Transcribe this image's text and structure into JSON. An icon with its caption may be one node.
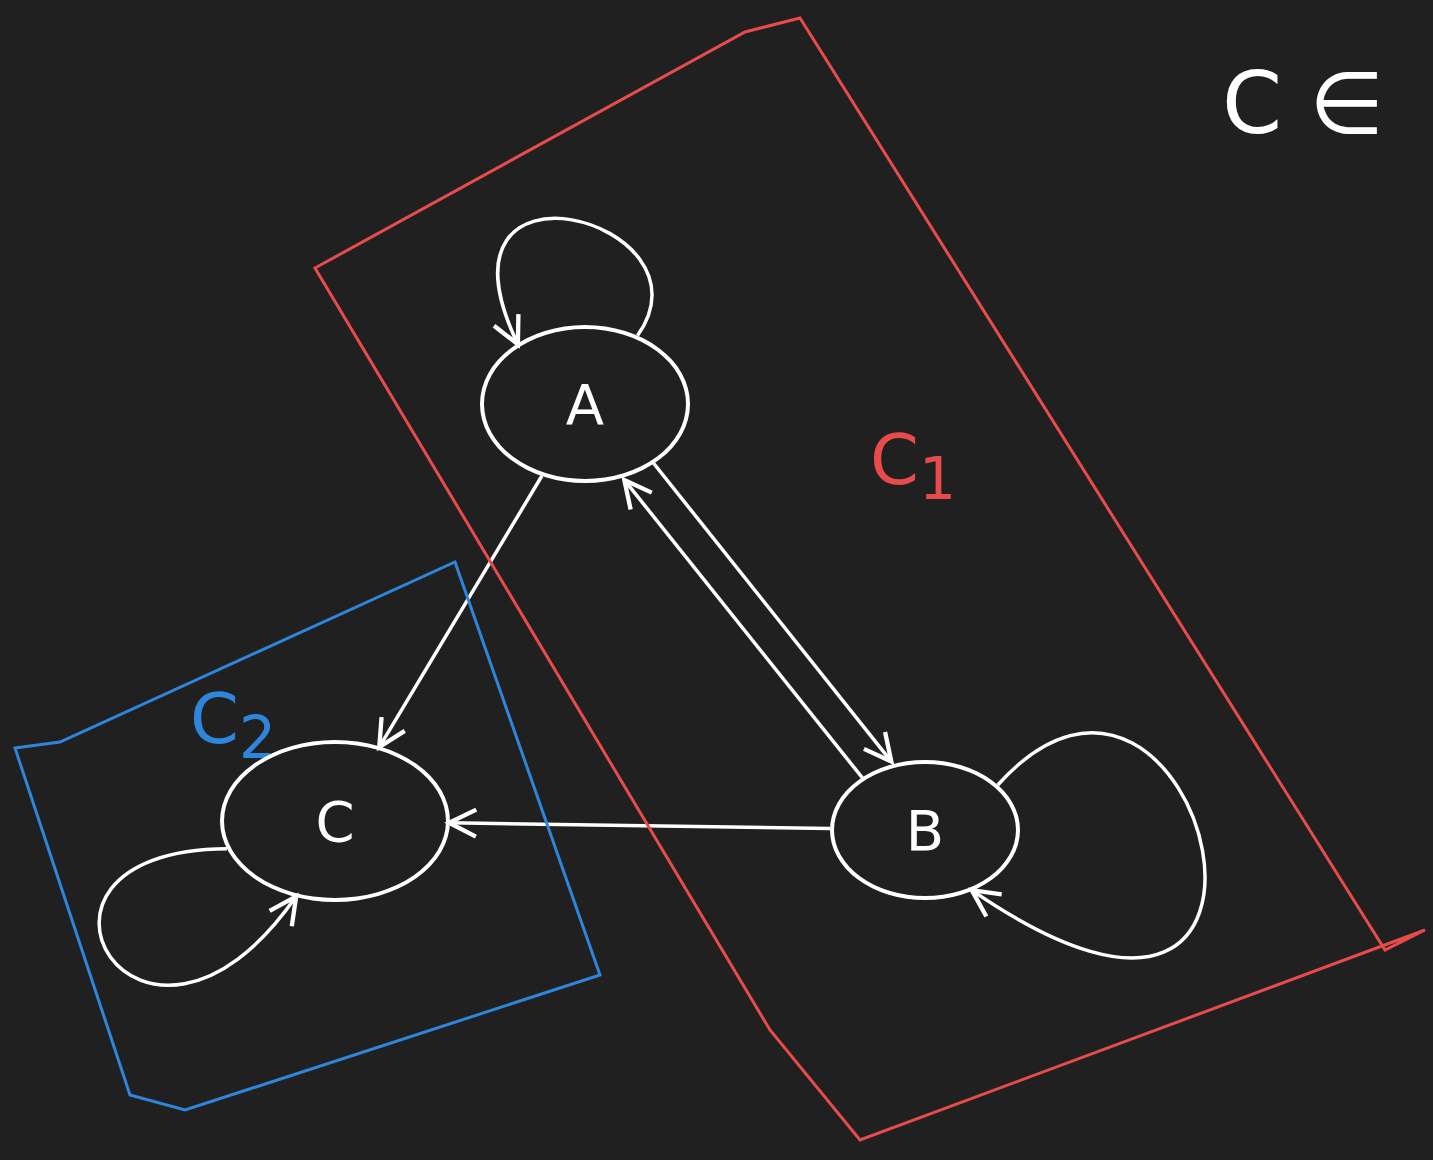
{
  "diagram": {
    "nodes": [
      {
        "text": [
          "C$_{1}$"
        ]
      },
      {
        "text": [
          "A"
        ],
        "in": 0
      },
      {
        "text": [
          "B"
        ],
        "in": 0
      },
      {
        "text": [
          "C$_{2}$"
        ]
      },
      {
        "text": [
          "C"
        ],
        "in": 3
      }
    ],
    "edges": [
      {
        "from": 1,
        "to": 1,
        "arrow": "to"
      },
      {
        "from": 1,
        "to": 4,
        "arrow": "to"
      },
      {
        "from": 1,
        "to": 2,
        "arrow": "to"
      },
      {
        "from": 2,
        "to": 1,
        "arrow": "to"
      },
      {
        "from": 2,
        "to": 4,
        "arrow": "to"
      },
      {
        "from": 2,
        "to": 2,
        "arrow": "to"
      },
      {
        "from": 4,
        "to": 4,
        "arrow": "to"
      }
    ],
    "labels": [
      "C ∈"
    ]
  }
}
